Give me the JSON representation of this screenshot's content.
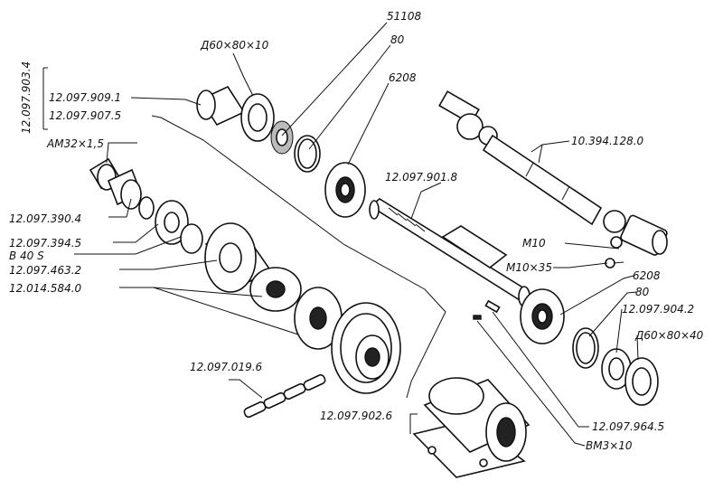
{
  "labels": {
    "assembly": "12.097.903.4",
    "bushing": "12.097.909.1",
    "shaft_sleeve": "12.097.907.5",
    "nut": "АМ32×1,5",
    "lock_washer": "12.097.390.4",
    "washer": "12.097.394.5",
    "spring_washer": "В 40 S",
    "hub": "12.097.463.2",
    "coupling": "12.014.584.0",
    "chain": "12.097.019.6",
    "sprocket": "12.097.902.6",
    "seal_top": "Д60×80×10",
    "thrust_bearing": "51108",
    "circlip_top": "80",
    "bearing_top": "6208",
    "shaft": "12.097.901.8",
    "cardan": "10.394.128.0",
    "nut_m10": "М10",
    "bolt_m10": "М10×35",
    "bearing_bottom": "6208",
    "circlip_bottom": "80",
    "spacer": "12.097.904.2",
    "seal_bottom": "Д60×80×40",
    "key": "12.097.964.5",
    "pin": "ВМ3×10"
  }
}
